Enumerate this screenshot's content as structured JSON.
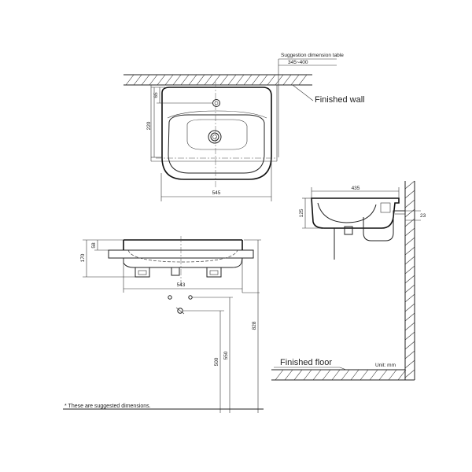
{
  "labels": {
    "finished_wall": "Finished wall",
    "finished_floor": "Finished floor",
    "suggestion_title": "Suggestion dimension table",
    "suggestion_range": "345~400",
    "unit": "Unit: mm",
    "note": "* These are suggested dimensions."
  },
  "dims": {
    "top_width": "545",
    "top_depth": "220",
    "top_tap": "65",
    "side_width": "435",
    "side_height": "125",
    "side_overflow": "23",
    "front_height": "170",
    "front_rim": "58",
    "front_width": "543",
    "height_500": "500",
    "height_550": "550",
    "height_828": "828"
  }
}
